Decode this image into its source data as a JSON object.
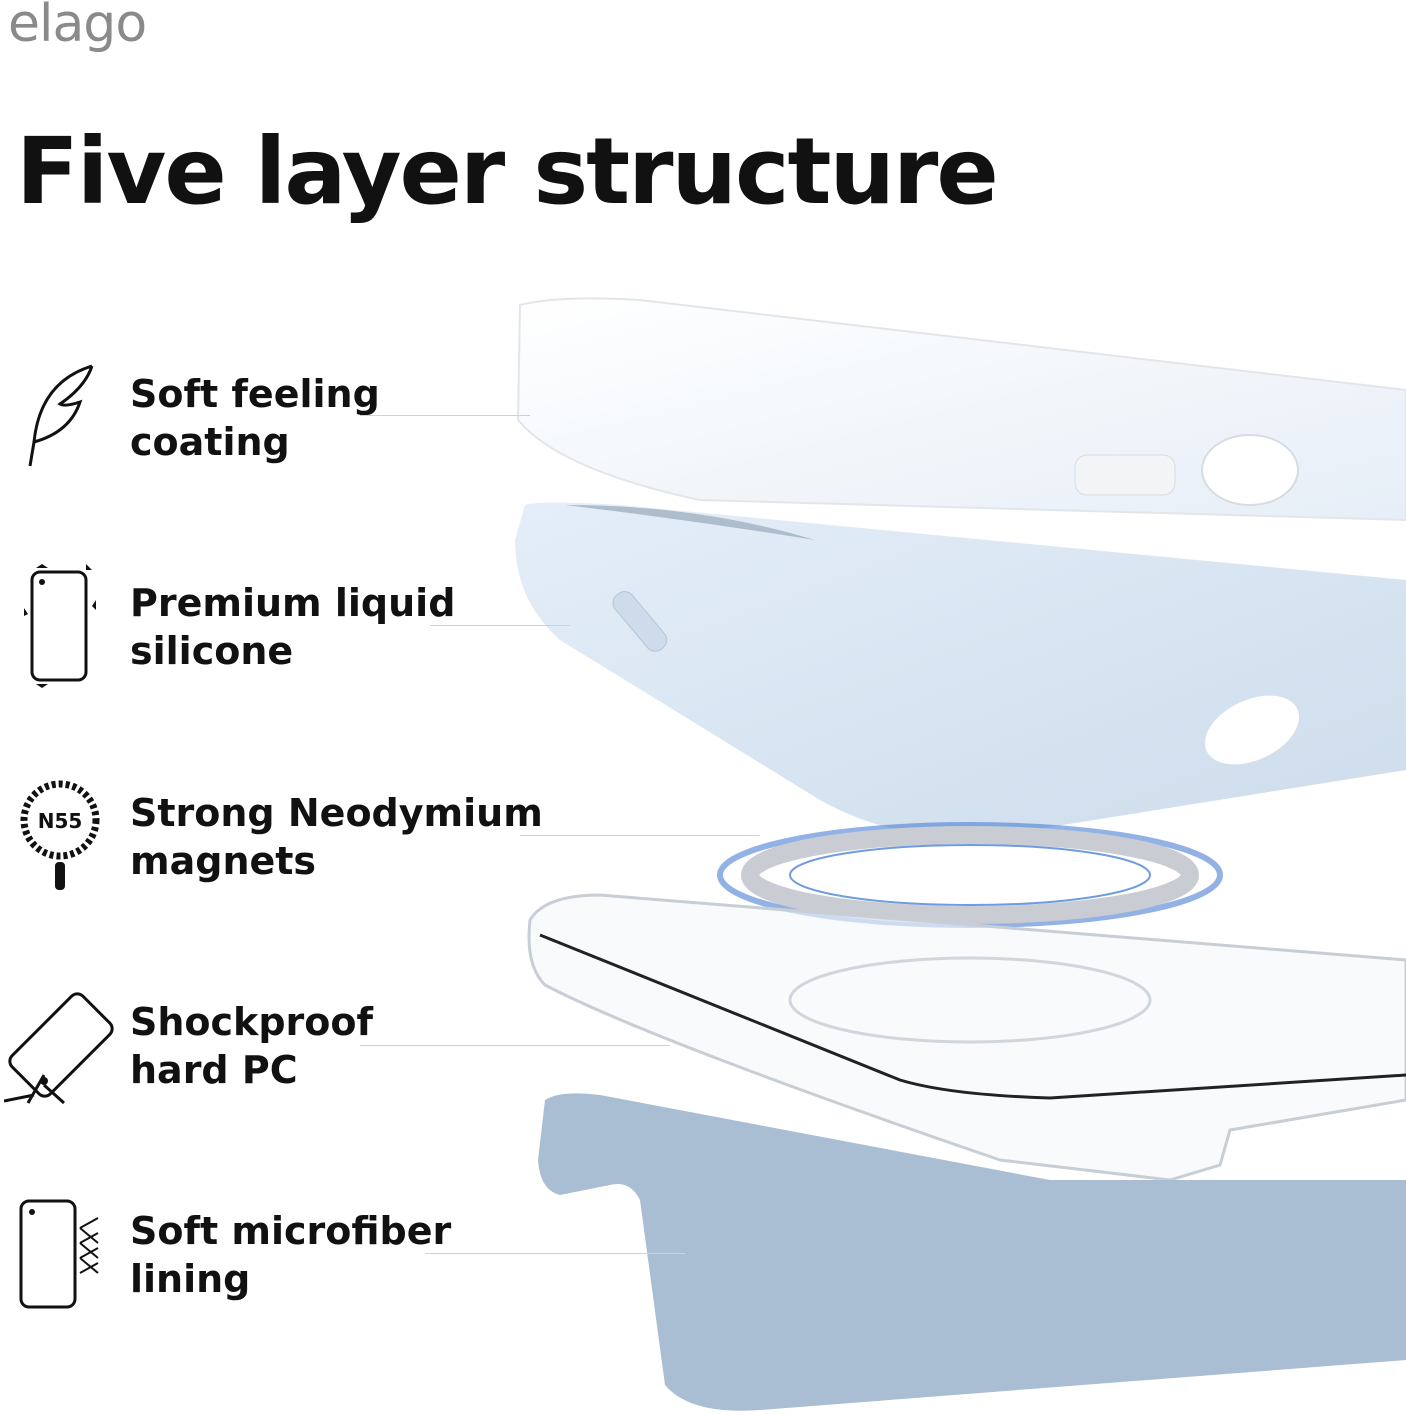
{
  "brand": {
    "logo_text": "elago"
  },
  "title": "Five layer structure",
  "features": [
    {
      "icon": "feather-icon",
      "line1": "Soft feeling",
      "line2": "coating"
    },
    {
      "icon": "phone-silicone-icon",
      "line1": "Premium liquid",
      "line2": "silicone"
    },
    {
      "icon": "magnet-n55-icon",
      "icon_text": "N55",
      "line1": "Strong Neodymium",
      "line2": "magnets"
    },
    {
      "icon": "shockproof-phone-icon",
      "line1": "Shockproof",
      "line2": "hard PC"
    },
    {
      "icon": "microfiber-phone-icon",
      "line1": "Soft microfiber",
      "line2": "lining"
    }
  ],
  "colors": {
    "silicone": "#dce8f4",
    "microfiber": "#a9bed2",
    "magnet_ring": "#4a7fd6",
    "text": "#111111"
  }
}
